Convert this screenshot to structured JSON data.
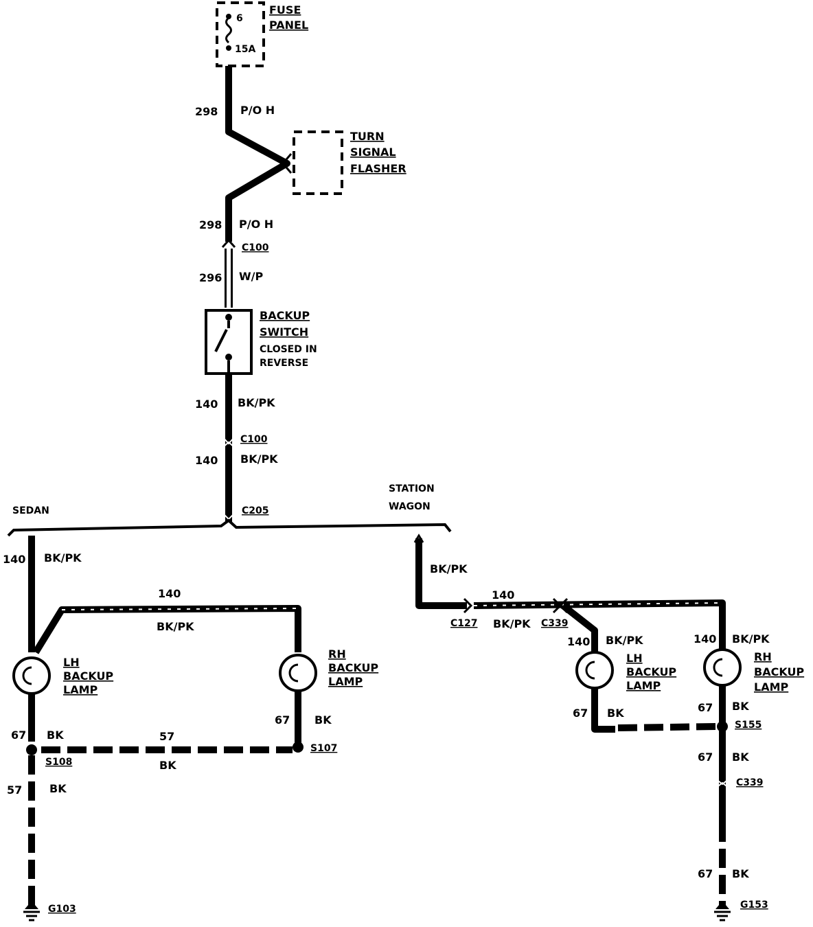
{
  "fuse": {
    "cavity": "6",
    "rating": "15A",
    "label_1": "FUSE",
    "label_2": "PANEL"
  },
  "flasher": {
    "label_1": "TURN",
    "label_2": "SIGNAL",
    "label_3": "FLASHER"
  },
  "switch": {
    "label_1": "BACKUP",
    "label_2": "SWITCH",
    "note_1": "CLOSED IN",
    "note_2": "REVERSE"
  },
  "wires": {
    "w298a": {
      "num": "298",
      "color": "P/O H"
    },
    "w298b": {
      "num": "298",
      "color": "P/O H"
    },
    "w296": {
      "num": "296",
      "color": "W/P"
    },
    "w140a": {
      "num": "140",
      "color": "BK/PK"
    },
    "w140b": {
      "num": "140",
      "color": "BK/PK"
    },
    "sedan_140": {
      "num": "140",
      "color": "BK/PK"
    },
    "sedan_140h": {
      "num": "140",
      "color": "BK/PK"
    },
    "sedan_57rh": {
      "num": "67",
      "color": "BK"
    },
    "sedan_57lh": {
      "num": "67",
      "color": "BK"
    },
    "sedan_57h": {
      "num": "57",
      "color": "BK"
    },
    "sedan_57g": {
      "num": "57",
      "color": "BK"
    },
    "wagon_vert": {
      "color": "BK/PK"
    },
    "wagon_140h": {
      "num": "140",
      "color": "BK/PK"
    },
    "wagon_lh140": {
      "num": "140",
      "color": "BK/PK"
    },
    "wagon_rh140": {
      "num": "140",
      "color": "BK/PK"
    },
    "wagon_lh67": {
      "num": "67",
      "color": "BK"
    },
    "wagon_rh67": {
      "num": "67",
      "color": "BK"
    },
    "wagon_67a": {
      "num": "67",
      "color": "BK"
    },
    "wagon_67b": {
      "num": "67",
      "color": "BK"
    }
  },
  "connectors": {
    "c100a": "C100",
    "c100b": "C100",
    "c205": "C205",
    "c127": "C127",
    "c339a": "C339",
    "c339b": "C339"
  },
  "splices": {
    "s107": "S107",
    "s108": "S108",
    "s155": "S155"
  },
  "grounds": {
    "g103": "G103",
    "g153": "G153"
  },
  "branches": {
    "sedan": "SEDAN",
    "wagon_1": "STATION",
    "wagon_2": "WAGON"
  },
  "lamps": {
    "sedan_lh": {
      "l1": "LH",
      "l2": "BACKUP",
      "l3": "LAMP"
    },
    "sedan_rh": {
      "l1": "RH",
      "l2": "BACKUP",
      "l3": "LAMP"
    },
    "wagon_lh": {
      "l1": "LH",
      "l2": "BACKUP",
      "l3": "LAMP"
    },
    "wagon_rh": {
      "l1": "RH",
      "l2": "BACKUP",
      "l3": "LAMP"
    }
  }
}
